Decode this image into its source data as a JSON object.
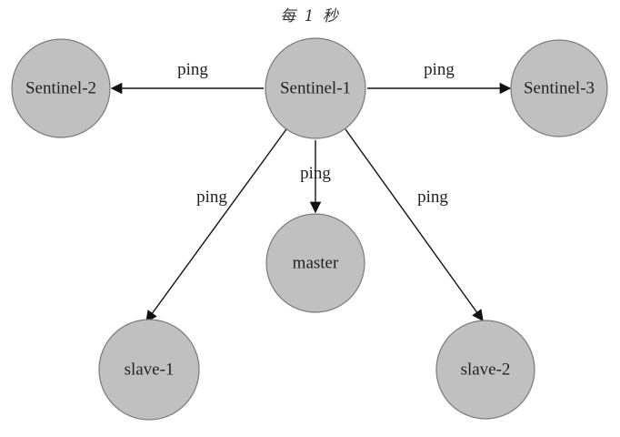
{
  "title": "每 1 秒",
  "colors": {
    "node_fill": "#c0c0c0",
    "node_stroke": "#7a7a7a",
    "edge": "#111111",
    "text": "#222222"
  },
  "nodes": [
    {
      "id": "sentinel-1",
      "label": "Sentinel-1"
    },
    {
      "id": "sentinel-2",
      "label": "Sentinel-2"
    },
    {
      "id": "sentinel-3",
      "label": "Sentinel-3"
    },
    {
      "id": "master",
      "label": "master"
    },
    {
      "id": "slave-1",
      "label": "slave-1"
    },
    {
      "id": "slave-2",
      "label": "slave-2"
    }
  ],
  "edges": [
    {
      "from": "sentinel-1",
      "to": "sentinel-2",
      "label": "ping"
    },
    {
      "from": "sentinel-1",
      "to": "sentinel-3",
      "label": "ping"
    },
    {
      "from": "sentinel-1",
      "to": "master",
      "label": "ping"
    },
    {
      "from": "sentinel-1",
      "to": "slave-1",
      "label": "ping"
    },
    {
      "from": "sentinel-1",
      "to": "slave-2",
      "label": "ping"
    }
  ]
}
